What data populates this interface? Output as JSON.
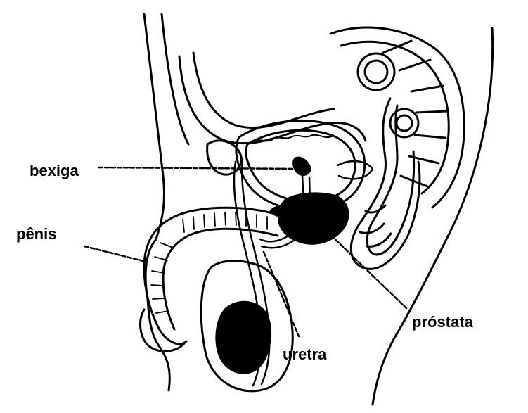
{
  "labels": {
    "bexiga": "bexiga",
    "penis": "pênis",
    "uretra": "uretra",
    "prostata": "próstata"
  },
  "colors": {
    "ink": "#000000",
    "paper": "#ffffff"
  }
}
